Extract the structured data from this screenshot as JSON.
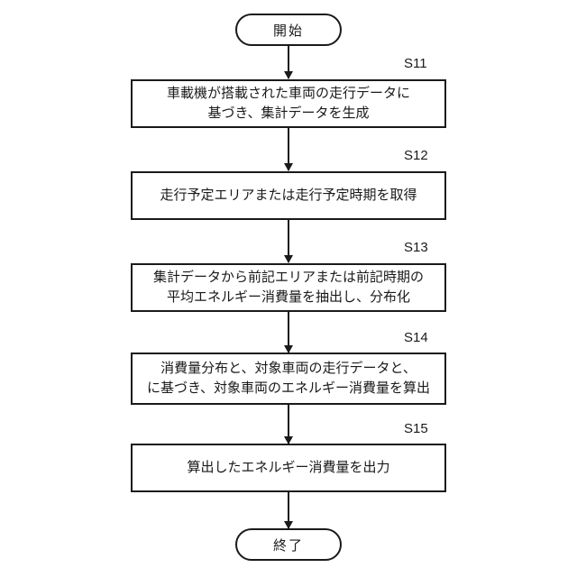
{
  "flowchart": {
    "title": "energy-consumption-estimation-flow",
    "start_label": "開始",
    "end_label": "終了",
    "steps": [
      {
        "id": "S11",
        "text": "車載機が搭載された車両の走行データに\n基づき、集計データを生成"
      },
      {
        "id": "S12",
        "text": "走行予定エリアまたは走行予定時期を取得"
      },
      {
        "id": "S13",
        "text": "集計データから前記エリアまたは前記時期の\n平均エネルギー消費量を抽出し、分布化"
      },
      {
        "id": "S14",
        "text": "消費量分布と、対象車両の走行データと、\nに基づき、対象車両のエネルギー消費量を算出"
      },
      {
        "id": "S15",
        "text": "算出したエネルギー消費量を出力"
      }
    ]
  }
}
